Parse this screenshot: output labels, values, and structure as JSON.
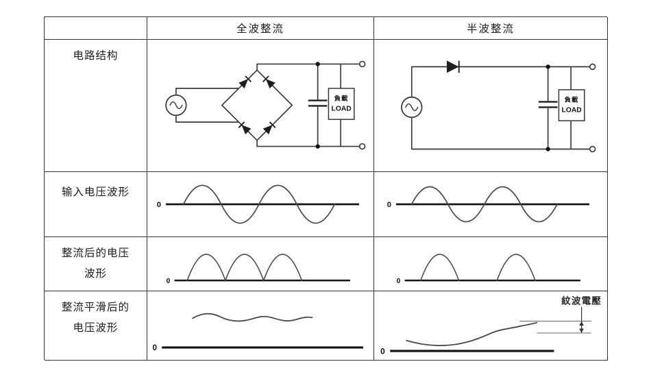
{
  "table": {
    "headers": {
      "full_wave": "全波整流",
      "half_wave": "半波整流"
    },
    "row_labels": {
      "circuit": "电路结构",
      "input": "输入电压波形",
      "rectified_line1": "整流后的电压",
      "rectified_line2": "波形",
      "smoothed_line1": "整流平滑后的",
      "smoothed_line2": "电压波形"
    }
  },
  "circuit": {
    "load_cn": "負載",
    "load_en": "LOAD"
  },
  "waveforms": {
    "zero": "0"
  },
  "annotations": {
    "ripple_voltage": "紋波電壓"
  },
  "colors": {
    "line": "#3a3a3a",
    "axis": "#141414",
    "border": "#333333",
    "text": "#1d1d1d"
  }
}
